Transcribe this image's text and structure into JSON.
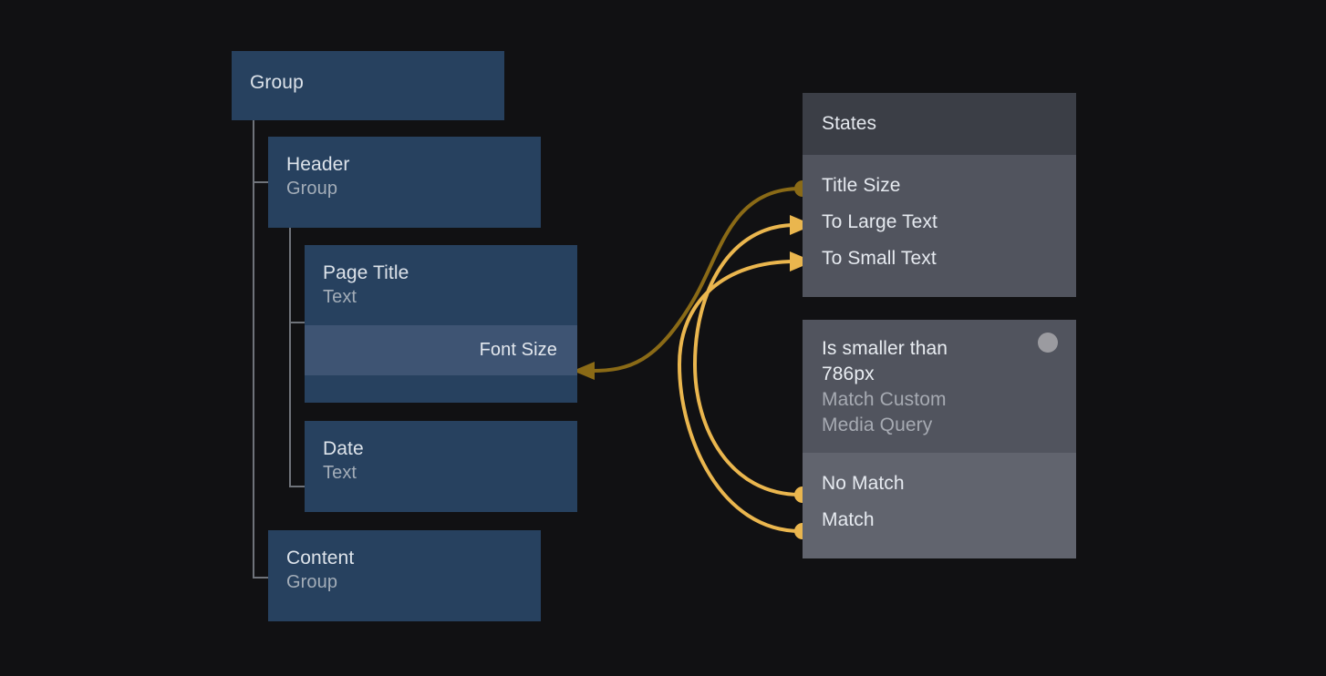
{
  "colors": {
    "background": "#111113",
    "node_blue": "#27415f",
    "node_prop_blue": "#3e5473",
    "panel_header": "#3b3e46",
    "panel_body": "#51545e",
    "panel_body_light": "#61646e",
    "wire_bright": "#eab64e",
    "wire_dim": "#8a6a16",
    "rail": "#6f737a",
    "text_primary": "#e4e9ef",
    "text_secondary": "#a6aab2"
  },
  "tree": {
    "root": {
      "title": "Group",
      "subtitle": ""
    },
    "nodes": [
      {
        "title": "Header",
        "subtitle": "Group"
      },
      {
        "title": "Page Title",
        "subtitle": "Text",
        "property": "Font Size"
      },
      {
        "title": "Date",
        "subtitle": "Text"
      },
      {
        "title": "Content",
        "subtitle": "Group"
      }
    ]
  },
  "panels": [
    {
      "header_title": "States",
      "header_subtitle": "",
      "ports": [
        {
          "label": "Title Size",
          "connector": "dot",
          "connector_color": "#8a6a16"
        },
        {
          "label": "To Large Text",
          "connector": "arrow",
          "connector_color": "#eab64e"
        },
        {
          "label": "To Small Text",
          "connector": "arrow",
          "connector_color": "#eab64e"
        }
      ]
    },
    {
      "header_title": "Is smaller than\n786px",
      "header_subtitle": "Match Custom\nMedia Query",
      "status_dot": "status-indicator-dot",
      "ports": [
        {
          "label": "No Match",
          "connector": "dot",
          "connector_color": "#eab64e"
        },
        {
          "label": "Match",
          "connector": "dot",
          "connector_color": "#eab64e"
        }
      ]
    }
  ],
  "connections": [
    {
      "name": "title-size-to-font-size",
      "from": "Title Size",
      "to": "Font Size",
      "color": "#8a6a16"
    },
    {
      "name": "no-match-to-large-text",
      "from": "No Match",
      "to": "To Large Text",
      "color": "#eab64e"
    },
    {
      "name": "match-to-small-text",
      "from": "Match",
      "to": "To Small Text",
      "color": "#eab64e"
    }
  ]
}
